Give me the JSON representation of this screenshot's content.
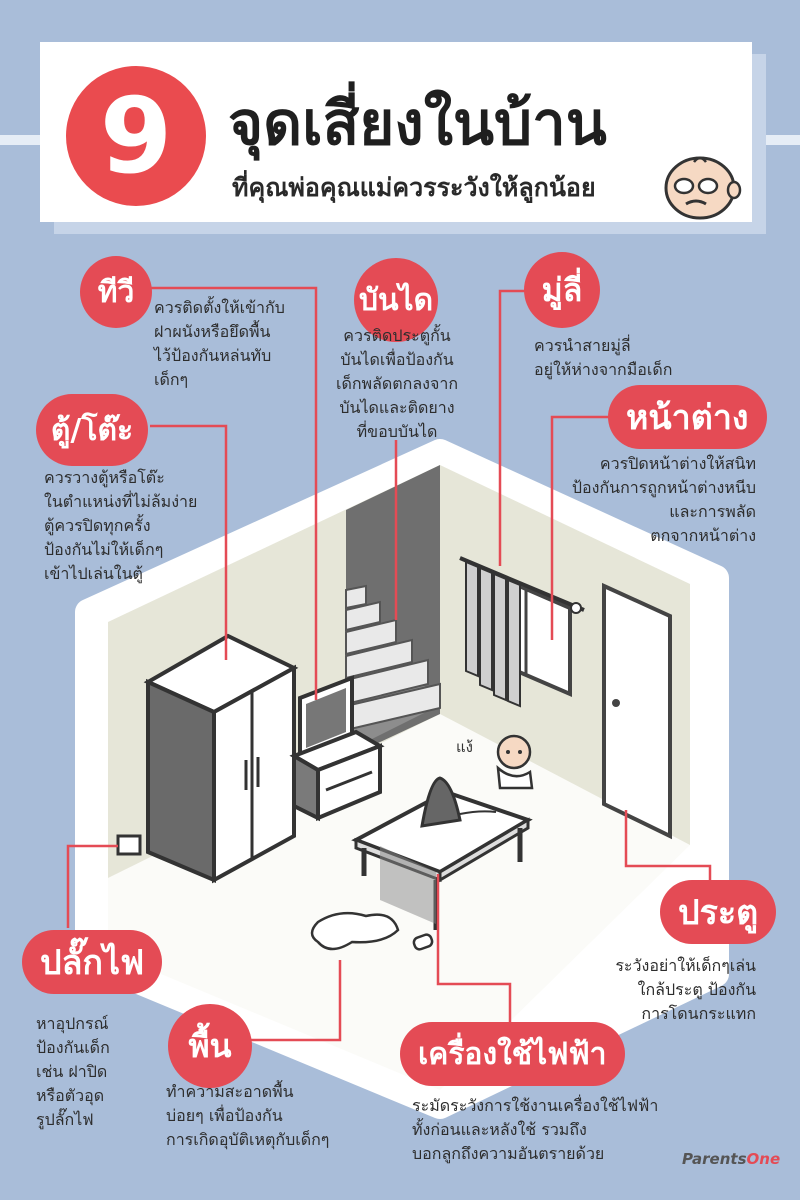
{
  "header": {
    "number": "9",
    "title": "จุดเสี่ยงในบ้าน",
    "subtitle": "ที่คุณพ่อคุณแม่ควรระวังให้ลูกน้อย"
  },
  "points": {
    "tv": {
      "title": "ทีวี",
      "desc": "ควรติดตั้งให้เข้ากับ\nฝาผนังหรือยึดพื้น\nไว้ป้องกันหล่นทับ\nเด็กๆ"
    },
    "stairs": {
      "title": "บันได",
      "desc": "ควรติดประตูกั้น\nบันไดเพื่อป้องกัน\nเด็กพลัดตกลงจาก\nบันไดและติดยาง\nที่ขอบบันได"
    },
    "blinds": {
      "title": "มู่ลี่",
      "desc": "ควรนำสายมู่ลี่\nอยู่ให้ห่างจากมือเด็ก"
    },
    "cabinet": {
      "title": "ตู้/โต๊ะ",
      "desc": "ควรวางตู้หรือโต๊ะ\nในตำแหน่งที่ไม่ล้มง่าย\nตู้ควรปิดทุกครั้ง\nป้องกันไม่ให้เด็กๆ\nเข้าไปเล่นในตู้"
    },
    "window": {
      "title": "หน้าต่าง",
      "desc": "ควรปิดหน้าต่างให้สนิท\nป้องกันการถูกหน้าต่างหนีบ\nและการพลัด\nตกจากหน้าต่าง"
    },
    "door": {
      "title": "ประตู",
      "desc": "ระวังอย่าให้เด็กๆเล่น\nใกล้ประตู ป้องกัน\nการโดนกระแทก"
    },
    "plug": {
      "title": "ปลั๊กไฟ",
      "desc": "หาอุปกรณ์\nป้องกันเด็ก\nเช่น ฝาปิด\nหรือตัวอุด\nรูปลั๊กไฟ"
    },
    "floor": {
      "title": "พื้น",
      "desc": "ทำความสะอาดพื้น\nบ่อยๆ เพื่อป้องกัน\nการเกิดอุบัติเหตุกับเด็กๆ"
    },
    "appliance": {
      "title": "เครื่องใช้ไฟฟ้า",
      "desc": "ระมัดระวังการใช้งานเครื่องใช้ไฟฟ้า\nทั้งก่อนและหลังใช้ รวมถึง\nบอกลูกถึงความอันตรายด้วย"
    }
  },
  "baby_sound": "แง้",
  "logo": {
    "left": "Parents",
    "right": "One"
  },
  "colors": {
    "background": "#a9bdd9",
    "accent": "#e44b55",
    "wall": "#e6e6d8"
  }
}
